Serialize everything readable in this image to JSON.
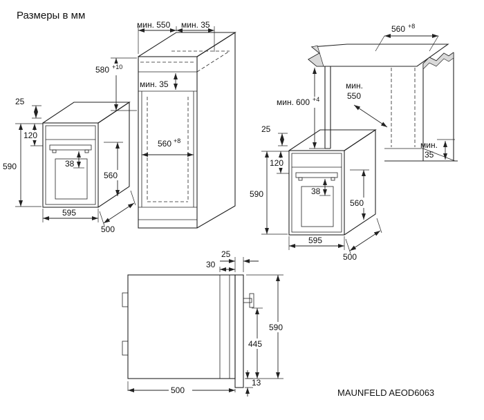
{
  "title": "Размеры в мм",
  "model": "MAUNFELD AEOD6063",
  "tall_unit": {
    "depth_min": "мин. 550",
    "rear_gap_min": "мин. 35",
    "niche_height": {
      "v": "580",
      "tol": "+10"
    },
    "shelf_gap_min": "мин. 35",
    "niche_width": {
      "v": "560",
      "tol": "+8"
    }
  },
  "base_unit": {
    "niche_width": {
      "v": "560",
      "tol": "+8"
    },
    "height_min": {
      "prefix": "мин.",
      "v": "600",
      "tol": "+4"
    },
    "depth_min": {
      "l1": "мин.",
      "l2": "550"
    },
    "rear_gap_min": {
      "l1": "мин.",
      "l2": "35"
    }
  },
  "oven": {
    "top_inset": "25",
    "control_panel_height": "120",
    "height": "590",
    "handle_offset": "38",
    "door_height": "560",
    "width": "595",
    "depth": "500"
  },
  "side_view": {
    "door_thickness": "25",
    "front_clearance": "30",
    "height": "590",
    "door_lower_height": "445",
    "depth": "500",
    "bottom_gap": "13"
  }
}
